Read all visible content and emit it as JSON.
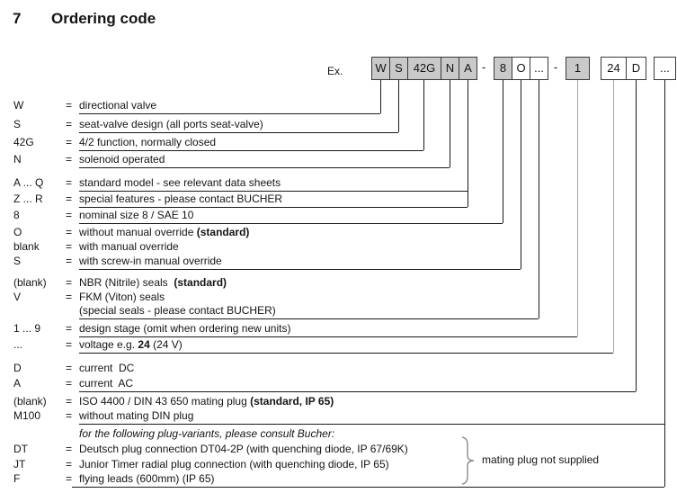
{
  "title": {
    "number": "7",
    "text": "Ordering code"
  },
  "example_label": "Ex.",
  "eq": "=",
  "code_boxes": [
    "W",
    "S",
    "42G",
    "N",
    "A",
    "-",
    "8",
    "O",
    "...",
    "-",
    "1",
    "24",
    "D",
    "..."
  ],
  "rows": [
    {
      "code": "W",
      "d1": "directional valve"
    },
    {
      "code": "S",
      "d1": "seat-valve design (all ports seat-valve)"
    },
    {
      "code": "42G",
      "d1": "4/2 function, normally closed"
    },
    {
      "code": "N",
      "d1": "solenoid operated"
    },
    {
      "code": "A ... Q",
      "d1": "standard model - see relevant data sheets"
    },
    {
      "code": "Z ... R",
      "d1": "special features - please contact BUCHER"
    },
    {
      "code": "8",
      "d1": "nominal size 8 / SAE 10"
    },
    {
      "code": "O",
      "d1": "without manual override ",
      "d2": "(standard)"
    },
    {
      "code": "blank",
      "d1": "with manual override"
    },
    {
      "code": "S",
      "d1": "with screw-in manual override"
    },
    {
      "code": "(blank)",
      "d1": "NBR (Nitrile) seals  ",
      "d2": "(standard)"
    },
    {
      "code": "V",
      "d1": "FKM (Viton) seals"
    },
    {
      "code": "",
      "d1": "(special seals - please contact BUCHER)"
    },
    {
      "code": "1 ... 9",
      "d1": "design stage (omit when ordering new units)"
    },
    {
      "code": "...",
      "d1": "voltage e.g. ",
      "d2": "24",
      "d3": " (24 V)"
    },
    {
      "code": "D",
      "d1": "current  DC"
    },
    {
      "code": "A",
      "d1": "current  AC"
    },
    {
      "code": "(blank)",
      "d1": "ISO 4400 / DIN 43 650 mating plug ",
      "d2": "(standard, IP 65)"
    },
    {
      "code": "M100",
      "d1": "without mating DIN plug"
    },
    {
      "code": "",
      "d1": "for the following plug-variants, please consult Bucher:"
    },
    {
      "code": "DT",
      "d1": "Deutsch plug connection DT04-2P (with quenching diode, IP 67/69K)"
    },
    {
      "code": "JT",
      "d1": "Junior Timer radial plug connection (with quenching diode, IP 65)"
    },
    {
      "code": "F",
      "d1": "flying leads (600mm) (IP 65)"
    }
  ],
  "side_note": "mating plug not supplied",
  "colors": {
    "box_fill": "#c9c9c9",
    "line": "#1a1a1a",
    "gray_line": "#a6a6a6",
    "brace": "#8c8c8c"
  }
}
